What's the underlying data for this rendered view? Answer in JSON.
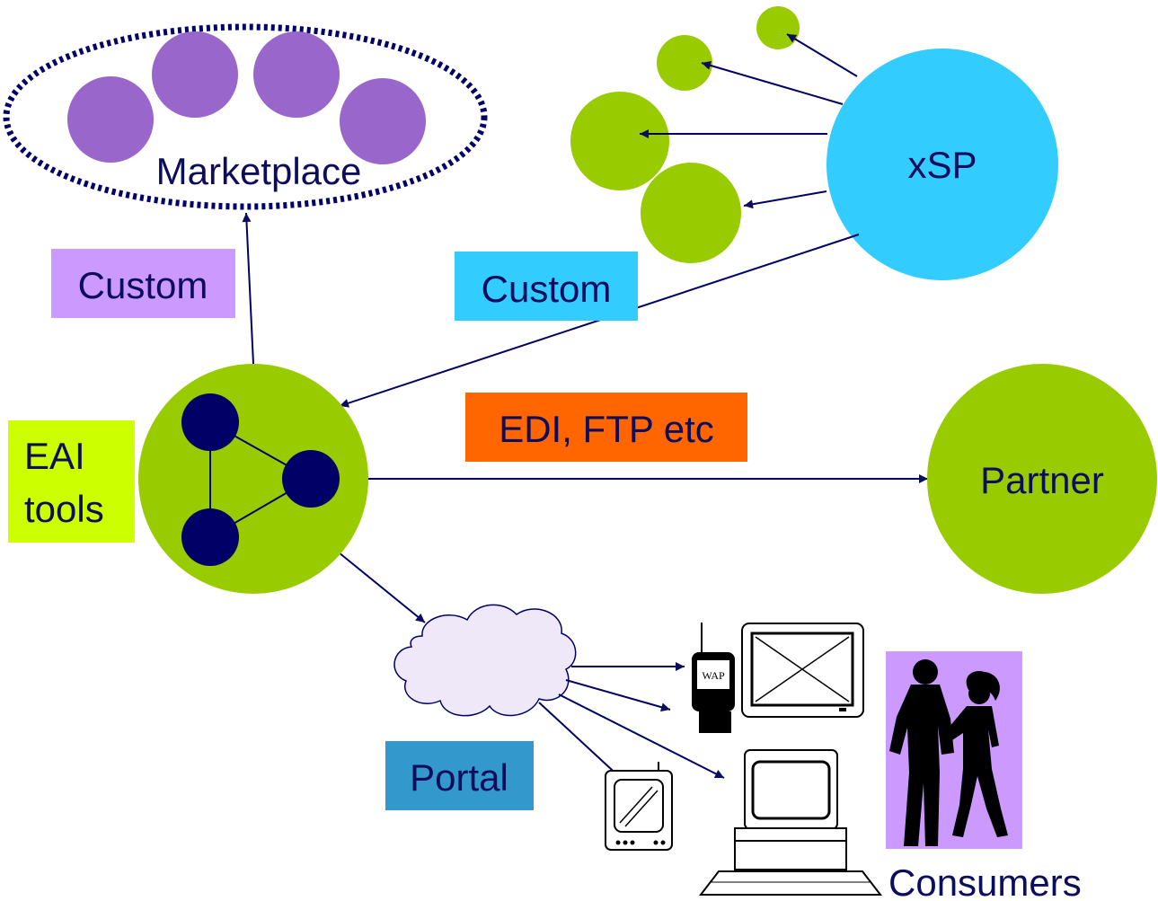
{
  "nodes": {
    "marketplace": "Marketplace",
    "xsp": "xSP",
    "partner": "Partner",
    "eai_tools": [
      "EAI",
      "tools"
    ],
    "consumers": "Consumers"
  },
  "labels": {
    "custom_marketplace": "Custom",
    "custom_xsp": "Custom",
    "edi_ftp": "EDI, FTP etc",
    "portal": "Portal"
  },
  "devices": {
    "wap_phone_text": "WAP"
  },
  "colors": {
    "purple_node": "#9966cc",
    "lime_node": "#99cc00",
    "lime_light": "#ccff00",
    "cyan_node": "#33ccff",
    "navy": "#000066",
    "orange_label": "#ff6600",
    "lavender_label": "#cc99ff",
    "portal_label": "#3399cc",
    "cloud_fill": "#eee8f8"
  }
}
